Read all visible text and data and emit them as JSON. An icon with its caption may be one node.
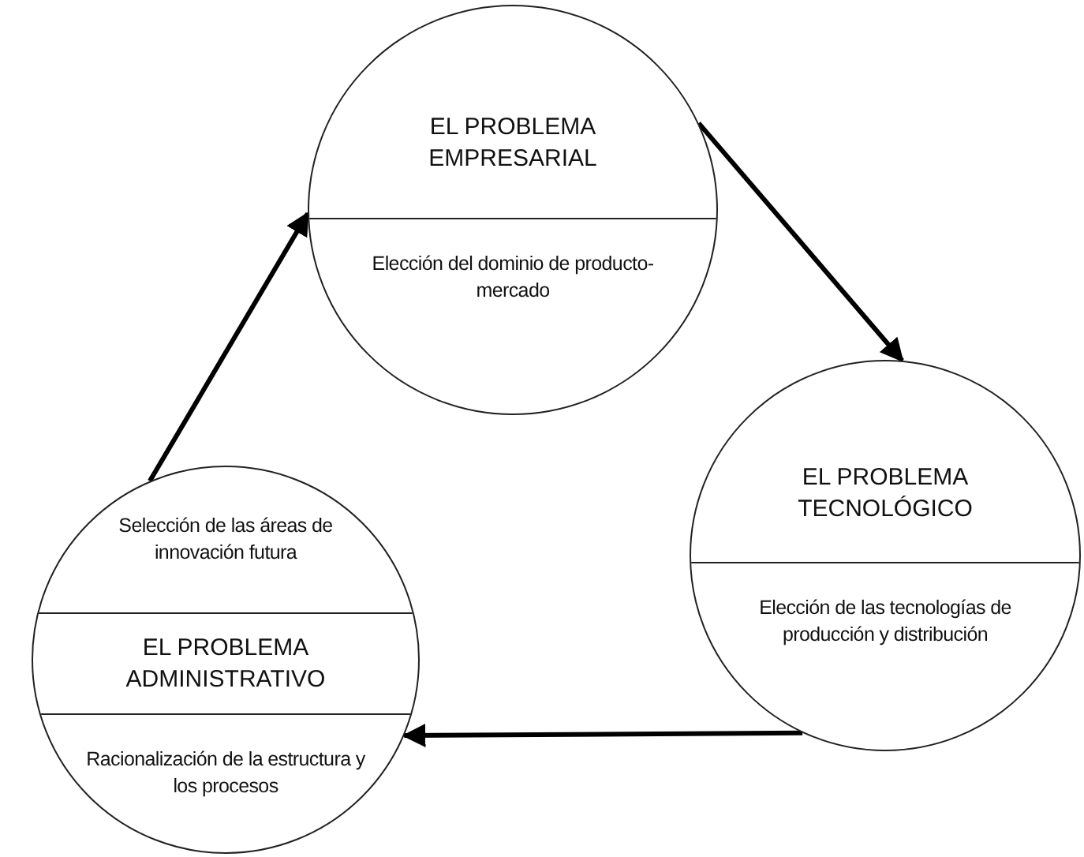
{
  "diagram": {
    "nodes": [
      {
        "text": [
          "EL PROBLEMA EMPRESARIAL",
          "Elección del dominio de producto-mercado"
        ]
      },
      {
        "text": [
          "EL PROBLEMA TECNOLÓGICO",
          "Elección de las tecnologías de producción y distribución"
        ]
      },
      {
        "text": [
          "Selección de las áreas de innovación futura",
          "EL PROBLEMA ADMINISTRATIVO",
          "Racionalización de la estructura y los procesos"
        ]
      }
    ],
    "edges": [
      {
        "from": 2,
        "to": 0,
        "arrow": "to"
      },
      {
        "from": 0,
        "to": 1,
        "arrow": "to"
      },
      {
        "from": 1,
        "to": 2,
        "arrow": "to"
      }
    ]
  }
}
